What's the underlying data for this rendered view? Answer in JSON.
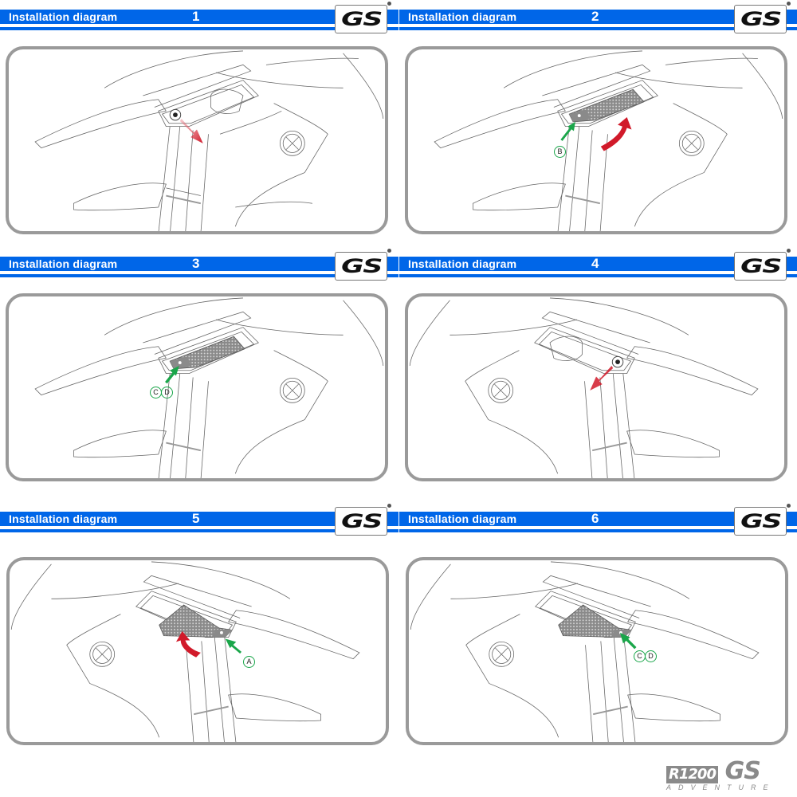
{
  "title_label": "Installation diagram",
  "brand": "GS",
  "colors": {
    "header_blue": "#0066e8",
    "panel_border": "#9a9a9a",
    "arrow_red": "#d11a2a",
    "arrow_green": "#1aa64a",
    "line_art": "#555555",
    "mesh_grey": "#8a8a8a"
  },
  "steps": [
    {
      "number": "1",
      "title": "Installation diagram",
      "labels": [],
      "arrows": [
        "red-straight-arrow"
      ],
      "icon": "screw-removal-icon"
    },
    {
      "number": "2",
      "title": "Installation diagram",
      "labels": [
        "B"
      ],
      "arrows": [
        "green-arrow",
        "red-curved-arrow"
      ],
      "icon": "mesh-grille"
    },
    {
      "number": "3",
      "title": "Installation diagram",
      "labels": [
        "C",
        "D"
      ],
      "arrows": [
        "green-arrow"
      ],
      "icon": "mesh-grille"
    },
    {
      "number": "4",
      "title": "Installation diagram",
      "labels": [],
      "arrows": [
        "red-straight-arrow"
      ],
      "icon": "screw-removal-icon"
    },
    {
      "number": "5",
      "title": "Installation diagram",
      "labels": [
        "A"
      ],
      "arrows": [
        "green-arrow",
        "red-curved-arrow"
      ],
      "icon": "mesh-grille"
    },
    {
      "number": "6",
      "title": "Installation diagram",
      "labels": [
        "C",
        "D"
      ],
      "arrows": [
        "green-arrow"
      ],
      "icon": "mesh-grille"
    }
  ],
  "footer": {
    "model_prefix": "R",
    "model_number": "1200",
    "model_name": "GS",
    "subtitle": "ADVENTURE"
  }
}
